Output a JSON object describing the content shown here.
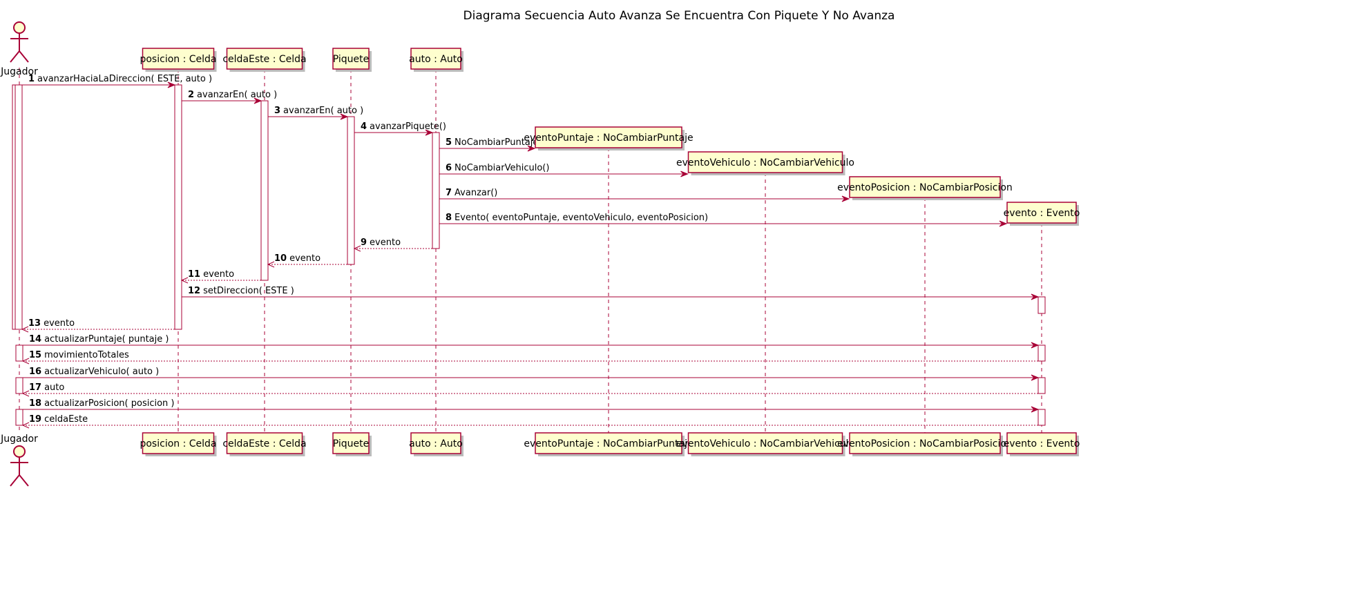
{
  "title": "Diagrama Secuencia Auto Avanza Se Encuentra Con Piquete Y No Avanza",
  "colors": {
    "line": "#A80036",
    "box_fill": "#FEFECE",
    "activation_fill": "#FFFFFF",
    "shadow": "#BBBBBB"
  },
  "participants": [
    {
      "id": "jugador",
      "label": "Jugador",
      "kind": "actor",
      "icon": "stick-figure-icon"
    },
    {
      "id": "posicion",
      "label": "posicion : Celda",
      "kind": "box"
    },
    {
      "id": "celdaEste",
      "label": "celdaEste : Celda",
      "kind": "box"
    },
    {
      "id": "piquete",
      "label": "Piquete",
      "kind": "box"
    },
    {
      "id": "auto",
      "label": "auto : Auto",
      "kind": "box"
    },
    {
      "id": "eventoPuntaje",
      "label": "eventoPuntaje : NoCambiarPuntaje",
      "kind": "box",
      "created_by": 5
    },
    {
      "id": "eventoVehiculo",
      "label": "eventoVehiculo : NoCambiarVehiculo",
      "kind": "box",
      "created_by": 6
    },
    {
      "id": "eventoPosicion",
      "label": "eventoPosicion : NoCambiarPosicion",
      "kind": "box",
      "created_by": 7
    },
    {
      "id": "evento",
      "label": "evento : Evento",
      "kind": "box",
      "created_by": 8
    }
  ],
  "messages": [
    {
      "n": "1",
      "text": "avanzarHaciaLaDireccion( ESTE, auto )",
      "from": "jugador",
      "to": "posicion",
      "type": "sync"
    },
    {
      "n": "2",
      "text": "avanzarEn( auto )",
      "from": "posicion",
      "to": "celdaEste",
      "type": "sync"
    },
    {
      "n": "3",
      "text": "avanzarEn( auto )",
      "from": "celdaEste",
      "to": "piquete",
      "type": "sync"
    },
    {
      "n": "4",
      "text": "avanzarPiquete()",
      "from": "piquete",
      "to": "auto",
      "type": "sync"
    },
    {
      "n": "5",
      "text": "NoCambiarPuntajes()",
      "from": "auto",
      "to": "eventoPuntaje",
      "type": "create"
    },
    {
      "n": "6",
      "text": "NoCambiarVehiculo()",
      "from": "auto",
      "to": "eventoVehiculo",
      "type": "create"
    },
    {
      "n": "7",
      "text": "Avanzar()",
      "from": "auto",
      "to": "eventoPosicion",
      "type": "create"
    },
    {
      "n": "8",
      "text": "Evento( eventoPuntaje, eventoVehiculo, eventoPosicion)",
      "from": "auto",
      "to": "evento",
      "type": "create"
    },
    {
      "n": "9",
      "text": "evento",
      "from": "auto",
      "to": "piquete",
      "type": "return"
    },
    {
      "n": "10",
      "text": "evento",
      "from": "piquete",
      "to": "celdaEste",
      "type": "return"
    },
    {
      "n": "11",
      "text": "evento",
      "from": "celdaEste",
      "to": "posicion",
      "type": "return"
    },
    {
      "n": "12",
      "text": "setDireccion( ESTE )",
      "from": "posicion",
      "to": "evento",
      "type": "sync"
    },
    {
      "n": "13",
      "text": "evento",
      "from": "posicion",
      "to": "jugador",
      "type": "return"
    },
    {
      "n": "14",
      "text": "actualizarPuntaje( puntaje )",
      "from": "jugador",
      "to": "evento",
      "type": "sync"
    },
    {
      "n": "15",
      "text": "movimientoTotales",
      "from": "evento",
      "to": "jugador",
      "type": "return"
    },
    {
      "n": "16",
      "text": "actualizarVehiculo( auto )",
      "from": "jugador",
      "to": "evento",
      "type": "sync"
    },
    {
      "n": "17",
      "text": "auto",
      "from": "evento",
      "to": "jugador",
      "type": "return"
    },
    {
      "n": "18",
      "text": "actualizarPosicion( posicion )",
      "from": "jugador",
      "to": "evento",
      "type": "sync"
    },
    {
      "n": "19",
      "text": "celdaEste",
      "from": "evento",
      "to": "jugador",
      "type": "return"
    }
  ]
}
